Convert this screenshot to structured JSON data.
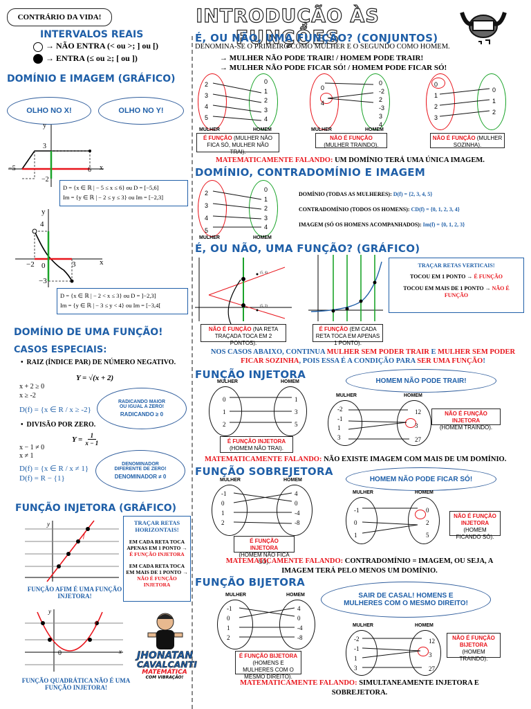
{
  "title": "INTRODUÇÃO ÀS FUNÇÕES",
  "tag": "CONTRÁRIO DA VIDA!",
  "intervals": {
    "heading": "INTERVALOS REAIS",
    "open": "→ NÃO ENTRA (< ou >; ] ou [)",
    "closed": "→ ENTRA (≤ ou ≥; [ ou ])"
  },
  "domimg": {
    "heading": "DOMÍNIO E IMAGEM (GRÁFICO)",
    "bubble_x": "OLHO NO X!",
    "bubble_y": "OLHO NO Y!",
    "g1_d": "D = {x ∈ ℝ | − 5 ≤ x ≤ 6}  ou  D = [−5,6]",
    "g1_im": "Im = {y ∈ ℝ | − 2 ≤ y ≤ 3}  ou  Im = [−2,3]",
    "g2_d": "D = {x ∈ ℝ | − 2 < x ≤ 3}  ou  D = ]−2,3]",
    "g2_im": "Im = {y ∈ ℝ | − 3 ≤ y < 4}  ou  Im = [−3,4[",
    "g1_ticks": {
      "y": "y",
      "x": "x",
      "t3": "3",
      "tm2": "−2",
      "tm5": "−5",
      "t6": "6"
    },
    "g2_ticks": {
      "y": "y",
      "x": "x",
      "t4": "4",
      "tm2": "−2",
      "t3": "3",
      "tm3": "−3",
      "o": "0"
    }
  },
  "dominio_func": {
    "heading": "DOMÍNIO DE UMA FUNÇÃO!",
    "casos": "CASOS ESPECIAIS:",
    "raiz": "RAIZ (ÍNDICE PAR) DE NÚMERO NEGATIVO.",
    "raiz_formula": "Y = √(x + 2)",
    "raiz_l1": "x + 2 ≥ 0",
    "raiz_l2": "x ≥ -2",
    "raiz_d": "D(f) = {x ∈ R / x ≥ -2}",
    "raiz_bubble1": "RADICANDO MAIOR OU IGUAL A ZERO!",
    "raiz_bubble2": "RADICANDO ≥ 0",
    "div": "DIVISÃO POR ZERO.",
    "div_formula_y": "Y =",
    "div_formula_num": "1",
    "div_formula_den": "x − 1",
    "div_l1": "x − 1 ≠ 0",
    "div_l2": "x ≠ 1",
    "div_d1": "D(f) = {x ∈ R / x ≠ 1}",
    "div_d2": "D(f) = R − {1}",
    "div_bubble1": "DENOMINADOR DIFERENTE DE ZERO!",
    "div_bubble2": "DENOMINADOR ≠ 0"
  },
  "inj_graf": {
    "heading": "FUNÇÃO INJETORA (GRÁFICO)",
    "box_l1": "TRAÇAR RETAS HORIZONTAIS!",
    "box_l2a": "EM CADA RETA TOCA APENAS EM 1 PONTO →",
    "box_l2b": "É FUNÇÃO INJETORA",
    "box_l3a": "EM CADA RETA TOCA EM MAIS DE 1 PONTO →",
    "box_l3b": "NÃO É FUNÇÃO INJETORA",
    "cap1": "FUNÇÃO AFIM É UMA FUNÇÃO INJETORA!",
    "cap2": "FUNÇÃO QUADRÁTICA NÃO É UMA FUNÇÃO INJETORA!",
    "fl": "f",
    "y": "y",
    "x": "x",
    "zero": "0"
  },
  "author": {
    "name1": "JHONATAN",
    "name2": "CAVALCANTI",
    "sub": "MATEMÁTICA",
    "sub2": "COM VIBRAÇÃO!"
  },
  "conj": {
    "heading": "É, OU NÃO, UMA FUNÇÃO? (CONJUNTOS)",
    "intro": "DENOMINA-SE O PRIMEIRO COMO MULHER E O SEGUNDO COMO HOMEM.",
    "r1": "→ MULHER NÃO PODE TRAIR! / HOMEM PODE TRAIR!",
    "r2": "→ MULHER NÃO PODE FICAR SÓ! / HOMEM PODE FICAR SÓ!",
    "d1_left": [
      "2",
      "3",
      "4",
      "5"
    ],
    "d1_right": [
      "0",
      "1",
      "2",
      "3",
      "4"
    ],
    "d2_left": [
      "0",
      "4"
    ],
    "d2_right": [
      "0",
      "-2",
      "2",
      "-3",
      "3",
      "4"
    ],
    "d3_left": [
      "0",
      "1",
      "2",
      "3"
    ],
    "d3_right": [
      "0",
      "1",
      "2"
    ],
    "mulher": "MULHER",
    "homem": "HOMEM",
    "c1a": "É FUNÇÃO",
    "c1b": " (MULHER NÃO FICA SÓ, MULHER NÃO TRAI).",
    "c2a": "NÃO É FUNÇÃO",
    "c2b": " (MULHER TRAINDO).",
    "c3a": "NÃO É FUNÇÃO",
    "c3b": " (MULHER SOZINHA).",
    "mat_a": "MATEMATICAMENTE FALANDO:",
    "mat_b": " UM DOMÍNIO TERÁ UMA ÚNICA IMAGEM."
  },
  "dci": {
    "heading": "DOMÍNIO, CONTRADOMÍNIO E IMAGEM",
    "left": [
      "2",
      "3",
      "4",
      "5"
    ],
    "right": [
      "0",
      "1",
      "2",
      "3",
      "4"
    ],
    "dom_a": "DOMÍNIO (TODAS AS MULHERES):",
    "dom_b": " D(f) = {2, 3, 4, 5}",
    "cd_a": "CONTRADOMÍNIO (TODOS OS HOMENS):",
    "cd_b": " CD(f) = {0, 1, 2, 3, 4}",
    "im_a": "IMAGEM (SÓ OS HOMENS ACOMPANHADOS):",
    "im_b": " Im(f) = {0, 1, 2, 3}"
  },
  "graf": {
    "heading": "É, OU NÃO, UMA FUNÇÃO? (GRÁFICO)",
    "c1a": "NÃO É FUNÇÃO",
    "c1b": " (NA RETA TRAÇADA TOCA EM 2 PONTOS).",
    "c2a": "É FUNÇÃO",
    "c2b": " (EM CADA RETA TOCA EM APENAS 1 PONTO).",
    "box_l1": "TRAÇAR RETAS VERTICAIS!",
    "box_l2a": "TOCOU EM 1 PONTO →",
    "box_l2b": " É FUNÇÃO",
    "box_l3a": "TOCOU EM MAIS DE 1 PONTO →",
    "box_l3b": " NÃO É FUNÇÃO",
    "p1": "(5, 4)",
    "p2": "(5, 3)",
    "casos_a": "NOS CASOS ABAIXO, CONTINUA ",
    "casos_b": "MULHER SEM PODER TRAIR",
    "casos_c": " E ",
    "casos_d": "MULHER SEM PODER FICAR SOZINHA",
    "casos_e": ", POIS ESSA É A CONDIÇÃO PARA ",
    "casos_f": "SER UMA FUNÇÃO",
    "casos_g": "!"
  },
  "inj": {
    "heading": "FUNÇÃO INJETORA",
    "bubble": "HOMEM NÃO PODE TRAIR!",
    "a_left": [
      "0",
      "1",
      "2"
    ],
    "a_right": [
      "1",
      "3",
      "5"
    ],
    "b_left": [
      "-2",
      "-1",
      "1",
      "3"
    ],
    "b_right": [
      "12",
      "3",
      "27"
    ],
    "c1a": "É FUNÇÃO INJETORA",
    "c1b": "(HOMEM NÃO TRAI).",
    "c2a": "NÃO É FUNÇÃO INJETORA",
    "c2b": "(HOMEM TRAINDO).",
    "mat_a": "MATEMATICAMENTE FALANDO:",
    "mat_b": " NÃO EXISTE IMAGEM COM MAIS DE UM DOMÍNIO."
  },
  "sob": {
    "heading": "FUNÇÃO SOBREJETORA",
    "bubble": "HOMEM NÃO PODE FICAR SÓ!",
    "a_left": [
      "-1",
      "0",
      "1",
      "2"
    ],
    "a_right": [
      "4",
      "0",
      "-4",
      "-8"
    ],
    "b_left": [
      "-1",
      "0",
      "1"
    ],
    "b_right": [
      "0",
      "2",
      "5"
    ],
    "c1a": "É FUNÇÃO INJETORA",
    "c1b": "(HOMEM NÃO FICA SÓ).",
    "c2a": "NÃO É FUNÇÃO INJETORA",
    "c2b": " (HOMEM FICANDO SÓ).",
    "mat_a": "MATEMATICAMENTE FALANDO:",
    "mat_b": " CONTRADOMÍNIO = IMAGEM, OU SEJA, A IMAGEM TERÁ PELO MENOS UM DOMÍNIO."
  },
  "bij": {
    "heading": "FUNÇÃO BIJETORA",
    "bubble": "SAIR DE CASAL! HOMENS E MULHERES COM O MESMO DIREITO!",
    "a_left": [
      "-1",
      "0",
      "1",
      "2"
    ],
    "a_right": [
      "4",
      "0",
      "-4",
      "-8"
    ],
    "b_left": [
      "-2",
      "-1",
      "1",
      "3"
    ],
    "b_right": [
      "12",
      "3",
      "27"
    ],
    "c1a": "É FUNÇÃO BIJETORA",
    "c1b": "(HOMENS E MULHERES COM O MESMO DIREITO).",
    "c2a": "NÃO É FUNÇÃO BIJETORA",
    "c2b": " (HOMEM TRAINDO).",
    "mat_a": "MATEMATICAMENTE FALANDO:",
    "mat_b": " SIMULTANEAMENTE INJETORA E SOBREJETORA."
  }
}
